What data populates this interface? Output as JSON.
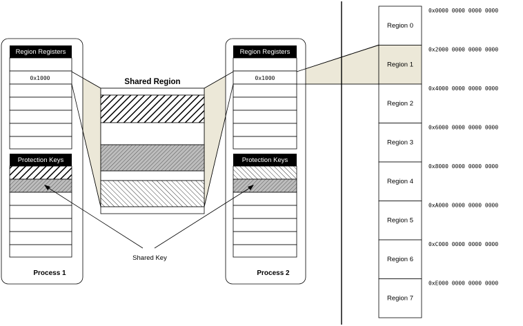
{
  "process1": {
    "label": "Process 1",
    "region_registers_title": "Region Registers",
    "register_value": "0x1000",
    "protection_keys_title": "Protection Keys"
  },
  "process2": {
    "label": "Process 2",
    "region_registers_title": "Region Registers",
    "register_value": "0x1000",
    "protection_keys_title": "Protection Keys"
  },
  "shared_region": {
    "title": "Shared Region"
  },
  "shared_key_label": "Shared Key",
  "regions": [
    {
      "label": "Region 0",
      "address": "0x0000  0000  0000  0000"
    },
    {
      "label": "Region 1",
      "address": "0x2000  0000  0000  0000"
    },
    {
      "label": "Region 2",
      "address": "0x4000  0000  0000  0000"
    },
    {
      "label": "Region 3",
      "address": "0x6000  0000  0000  0000"
    },
    {
      "label": "Region 4",
      "address": "0x8000  0000  0000  0000"
    },
    {
      "label": "Region 5",
      "address": "0xA000  0000  0000  0000"
    },
    {
      "label": "Region 6",
      "address": "0xC000  0000  0000  0000"
    },
    {
      "label": "Region 7",
      "address": "0xE000  0000  0000  0000"
    }
  ],
  "colors": {
    "header_fill": "#000000",
    "connector_fill": "#ece8d8",
    "hatch_stroke": "#000000"
  }
}
